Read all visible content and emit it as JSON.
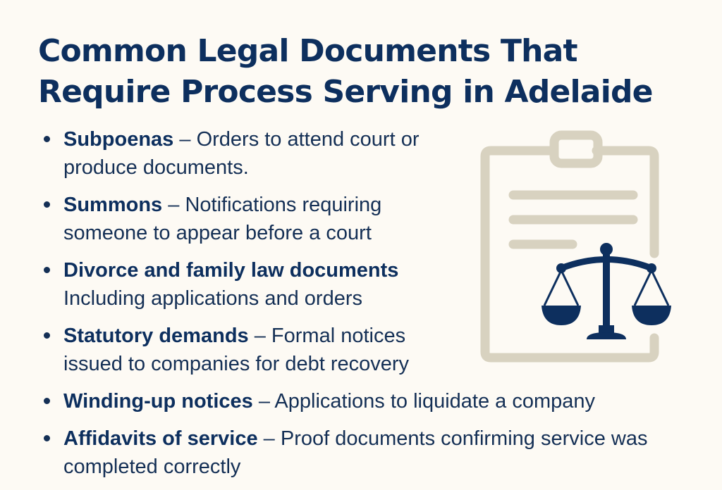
{
  "title": {
    "line1": "Common Legal Documents That",
    "line2": "Require Process Serving in Adelaide"
  },
  "items": [
    {
      "term": "Subpoenas",
      "separator": " – ",
      "desc": "Orders to attend court or",
      "desc2": "produce documents."
    },
    {
      "term": "Summons",
      "separator": " – ",
      "desc": "Notifications requiring",
      "desc2": "someone to appear before a court"
    },
    {
      "term": "Divorce and family law documents",
      "separator": "",
      "desc": "",
      "desc2": "Including applications and orders"
    },
    {
      "term": "Statutory demands",
      "separator": " – ",
      "desc": "Formal notices",
      "desc2": "issued to companies for debt recovery"
    },
    {
      "term": "Winding-up notices",
      "separator": " – ",
      "desc": "Applications to liquidate a company",
      "desc2": ""
    },
    {
      "term": "Affidavits of service",
      "separator": " – ",
      "desc": "Proof documents confirming service was",
      "desc2": "completed correctly"
    }
  ],
  "illustration": {
    "icons": [
      "clipboard-icon",
      "scales-of-justice-icon"
    ],
    "colors": {
      "clipboard": "#d8d2c0",
      "scales": "#0d2f5e",
      "background": "#fdfaf4"
    }
  }
}
